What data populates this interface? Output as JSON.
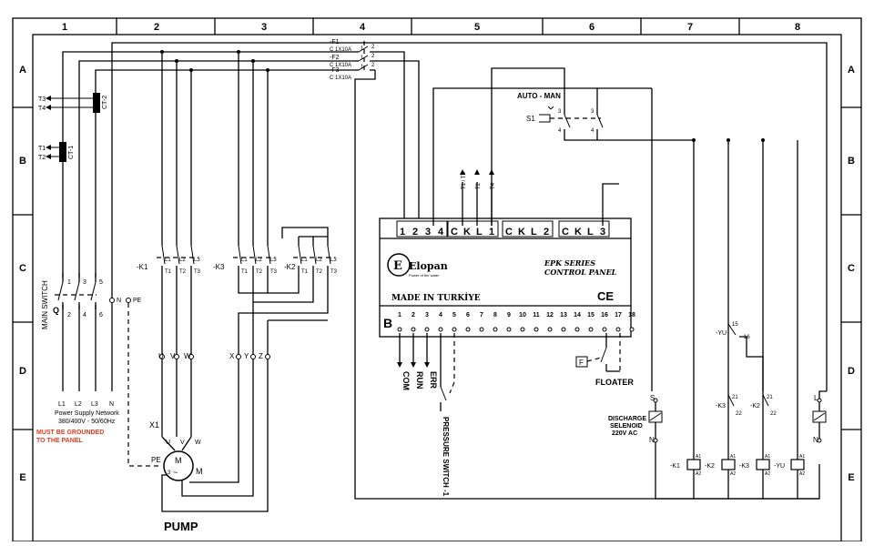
{
  "grid": {
    "columns": [
      "1",
      "2",
      "3",
      "4",
      "5",
      "6",
      "7",
      "8"
    ],
    "rows": [
      "A",
      "B",
      "C",
      "D",
      "E"
    ]
  },
  "fuses": [
    {
      "id": "-F1",
      "rating": "C 1X10A"
    },
    {
      "id": "-F2",
      "rating": "C 1X10A"
    },
    {
      "id": "-F3",
      "rating": "C 1X10A"
    }
  ],
  "fuse_pins": [
    "1",
    "2"
  ],
  "ct": {
    "ct2": {
      "name": "CT-2",
      "a": "T3",
      "b": "T4"
    },
    "ct1": {
      "name": "CT-1",
      "a": "T1",
      "b": "T2"
    }
  },
  "main_switch": {
    "label": "MAIN SWITCH",
    "ref": "Q",
    "top": [
      "1",
      "3",
      "5"
    ],
    "bottom": [
      "2",
      "4",
      "6"
    ]
  },
  "supply": {
    "terminals": [
      "L1",
      "L2",
      "L3",
      "N"
    ],
    "line1": "Power Supply Network",
    "line2": "380/400V - 50/60Hz",
    "warn1": "MUST BE GROUNDED",
    "warn2": "TO THE PANEL",
    "n_label": "N",
    "pe_label": "PE"
  },
  "contactors": {
    "k1": "-K1",
    "k3": "-K3",
    "k2": "-K2",
    "in_pins": [
      "L1",
      "L2",
      "L3"
    ],
    "out_pins": [
      "T1",
      "T2",
      "T3"
    ]
  },
  "motor": {
    "terminals_top": [
      "U",
      "V",
      "W"
    ],
    "terminals_star": [
      "X",
      "Y",
      "Z"
    ],
    "x1": "X1",
    "pe": "PE",
    "m": "M",
    "phase": "3",
    "m2": "M",
    "name": "PUMP"
  },
  "panel": {
    "top_blocks": [
      [
        "1",
        "2",
        "3",
        "4"
      ],
      [
        "C",
        "K",
        "L",
        "1"
      ],
      [
        "C",
        "K",
        "L",
        "2"
      ],
      [
        "C",
        "K",
        "L",
        "3"
      ]
    ],
    "ct_labels": [
      "T1 / T3",
      "T2",
      "T4"
    ],
    "brand": "Elopan",
    "tagline": "Power of the water",
    "series": "EPK SERIES",
    "name": "CONTROL PANEL",
    "made": "MADE IN TURKİYE",
    "ce": "CE",
    "b": "B",
    "bottom_terminals": [
      "1",
      "2",
      "3",
      "4",
      "5",
      "6",
      "7",
      "8",
      "9",
      "10",
      "11",
      "12",
      "13",
      "14",
      "15",
      "16",
      "17",
      "18"
    ]
  },
  "signals": [
    "COM",
    "RUN",
    "ERR"
  ],
  "pressure_switch": "PRESSURE SWITCH -1",
  "floater": {
    "label": "FLOATER",
    "box": "F"
  },
  "auto_man": {
    "label": "AUTO - MAN",
    "ref": "S1",
    "pins": [
      "3",
      "4"
    ]
  },
  "solenoid": {
    "lines": [
      "DISCHARGE",
      "SELENOID",
      "220V AC"
    ],
    "s": "S",
    "n": "N",
    "l": "L",
    "n2": "N"
  },
  "relays": {
    "yu": "-YU",
    "k3": "-K3",
    "k2": "-K2",
    "p21": "21",
    "p22": "22",
    "p15": "15",
    "p16": "16"
  },
  "coils": [
    {
      "name": "-K1"
    },
    {
      "name": "-K2"
    },
    {
      "name": "-K3"
    },
    {
      "name": "-YU"
    }
  ],
  "coil_pins": {
    "a1": "A1",
    "a2": "A2"
  }
}
